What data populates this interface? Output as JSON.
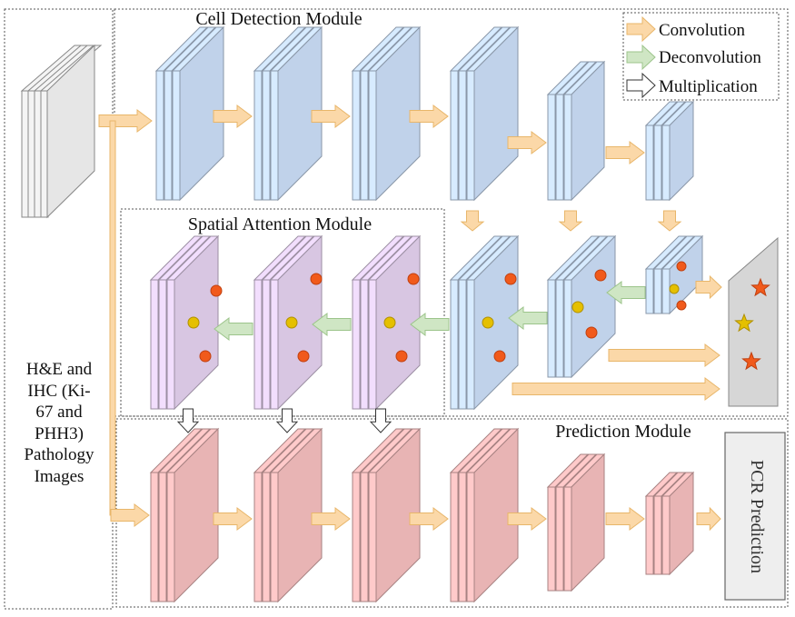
{
  "input": {
    "caption_lines": [
      "H&E and",
      "IHC (Ki-",
      "67 and",
      "PHH3)",
      "Pathology",
      "Images"
    ]
  },
  "modules": {
    "cell_detection": "Cell Detection Module",
    "spatial_attention": "Spatial Attention Module",
    "prediction": "Prediction Module"
  },
  "legend": {
    "items": [
      {
        "label": "Convolution",
        "color": "#fbd8a8"
      },
      {
        "label": "Deconvolution",
        "color": "#cfe6c4"
      },
      {
        "label": "Multiplication",
        "color": "#ffffff"
      }
    ]
  },
  "output": {
    "pcr_label": "PCR Prediction"
  },
  "colors": {
    "detection_block": "#c0d2ea",
    "attention_block": "#d8c6e2",
    "prediction_block": "#e8b4b4",
    "input_block": "#e6e6e6",
    "marker_red": "#f15a1b",
    "marker_yellow": "#e5c000"
  }
}
